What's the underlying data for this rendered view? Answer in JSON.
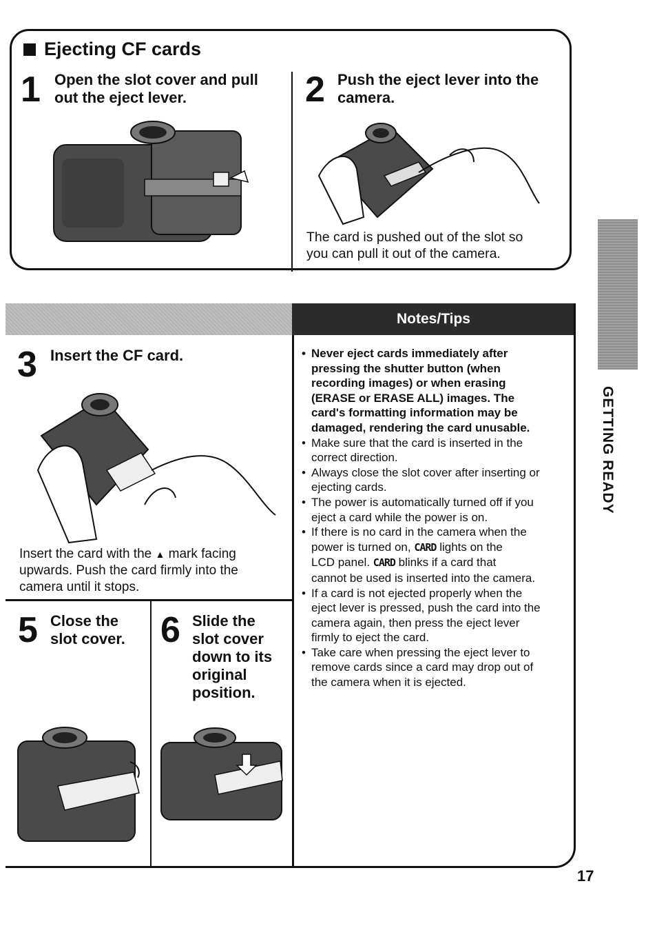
{
  "section_title": "Ejecting CF cards",
  "step1": {
    "number": "1",
    "text_lines": [
      "Open the slot cover and pull",
      "out the eject lever."
    ]
  },
  "step2": {
    "number": "2",
    "text_lines": [
      "Push the eject lever into the",
      "camera."
    ],
    "caption_lines": [
      "The card is pushed out of the slot so",
      "you can pull it out of the camera."
    ]
  },
  "step3": {
    "number": "3",
    "text": "Insert the CF card.",
    "caption_line1_pre": "Insert the card with the",
    "caption_line1_mark": "▲",
    "caption_line1_post": "mark facing",
    "caption_line2": "upwards. Push the card firmly into the",
    "caption_line3": "camera until it stops."
  },
  "step5": {
    "number": "5",
    "text_lines": [
      "Close the",
      "slot cover."
    ]
  },
  "step6": {
    "number": "6",
    "text_lines": [
      "Slide the",
      "slot cover",
      "down to its",
      "original",
      "position."
    ]
  },
  "notes": {
    "header": "Notes/Tips",
    "item1_lines": [
      "Never eject cards immediately after",
      "pressing the shutter button (when",
      "recording images) or when erasing",
      "(ERASE or ERASE ALL) images. The",
      "card's formatting information may be",
      "damaged, rendering the card unusable."
    ],
    "item2_lines": [
      "Make sure that the card is inserted in the",
      "correct direction."
    ],
    "item3_lines": [
      "Always close the slot cover after inserting or",
      "ejecting cards."
    ],
    "item4_lines": [
      "The power is automatically turned off if you",
      "eject a card while the power is on."
    ],
    "item5": {
      "line1": "If there is no card in the camera when the",
      "line2_pre": "power is turned on,",
      "lcd1": "CARD",
      "line2_post": "lights on the",
      "line3_pre": "LCD panel.",
      "lcd2": "CARD",
      "line3_post": "blinks if a card that",
      "line4": "cannot be used is inserted into the camera."
    },
    "item6_lines": [
      "If a card is not ejected properly when the",
      "eject lever is pressed, push the card into the",
      "camera again, then press the eject lever",
      "firmly to eject the card."
    ],
    "item7_lines": [
      "Take care when pressing the eject lever to",
      "remove cards since a card may drop out of",
      "the camera when it is ejected."
    ]
  },
  "side_tab": "GETTING READY",
  "page_number": "17"
}
